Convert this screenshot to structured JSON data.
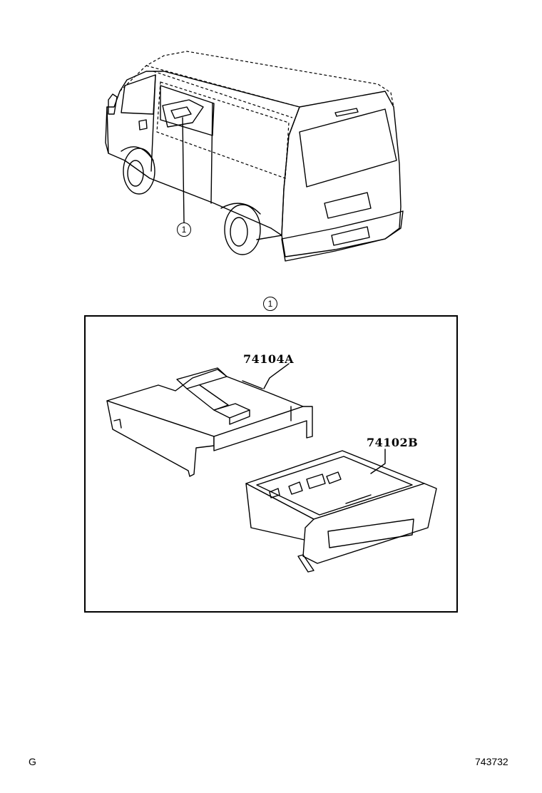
{
  "diagram": {
    "vehicle_callout": "1",
    "detail_callout": "1",
    "parts": [
      {
        "number": "74104A"
      },
      {
        "number": "74102B"
      }
    ],
    "footer": {
      "left_code": "G",
      "right_code": "743732"
    }
  }
}
